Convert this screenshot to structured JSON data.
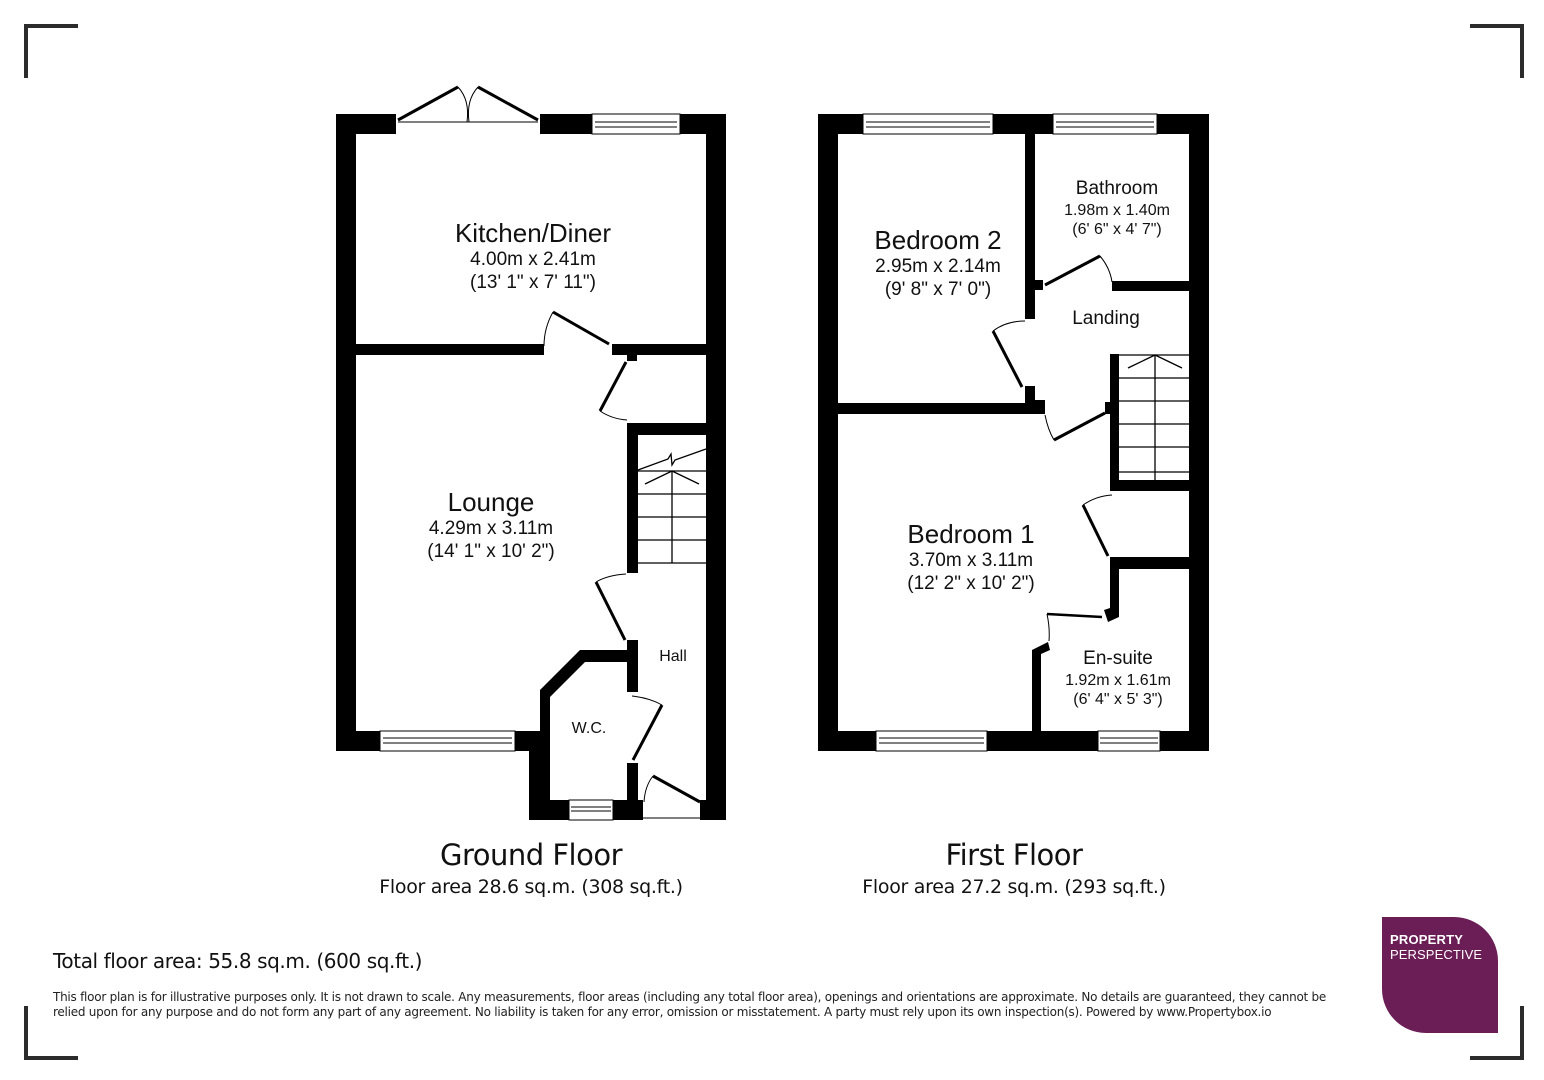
{
  "ground_floor": {
    "title": "Ground Floor",
    "area": "Floor area 28.6 sq.m. (308 sq.ft.)",
    "rooms": [
      {
        "name": "Kitchen/Diner",
        "metric": "4.00m x 2.41m",
        "imperial": "(13' 1\" x 7' 11\")"
      },
      {
        "name": "Lounge",
        "metric": "4.29m x 3.11m",
        "imperial": "(14' 1\" x 10' 2\")"
      },
      {
        "name": "Hall"
      },
      {
        "name": "W.C."
      }
    ]
  },
  "first_floor": {
    "title": "First Floor",
    "area": "Floor area 27.2 sq.m. (293 sq.ft.)",
    "rooms": [
      {
        "name": "Bedroom 2",
        "metric": "2.95m x 2.14m",
        "imperial": "(9' 8\" x 7' 0\")"
      },
      {
        "name": "Bathroom",
        "metric": "1.98m x 1.40m",
        "imperial": "(6' 6\" x 4' 7\")"
      },
      {
        "name": "Landing"
      },
      {
        "name": "Bedroom 1",
        "metric": "3.70m x 3.11m",
        "imperial": "(12' 2\" x 10' 2\")"
      },
      {
        "name": "En-suite",
        "metric": "1.92m x 1.61m",
        "imperial": "(6' 4\" x 5' 3\")"
      }
    ]
  },
  "total_area": "Total floor area: 55.8 sq.m. (600 sq.ft.)",
  "disclaimer": "This floor plan is for illustrative purposes only. It is not drawn to scale. Any measurements, floor areas (including any total floor area), openings and orientations are approximate. No details are guaranteed, they cannot be relied upon for any purpose and do not form any part of any agreement. No liability is taken for any error, omission or misstatement. A party must rely upon its own inspection(s). Powered by www.Propertybox.io",
  "logo": {
    "line1": "PROPERTY",
    "line2": "PERSPECTIVE",
    "color": "#6b1d55"
  }
}
